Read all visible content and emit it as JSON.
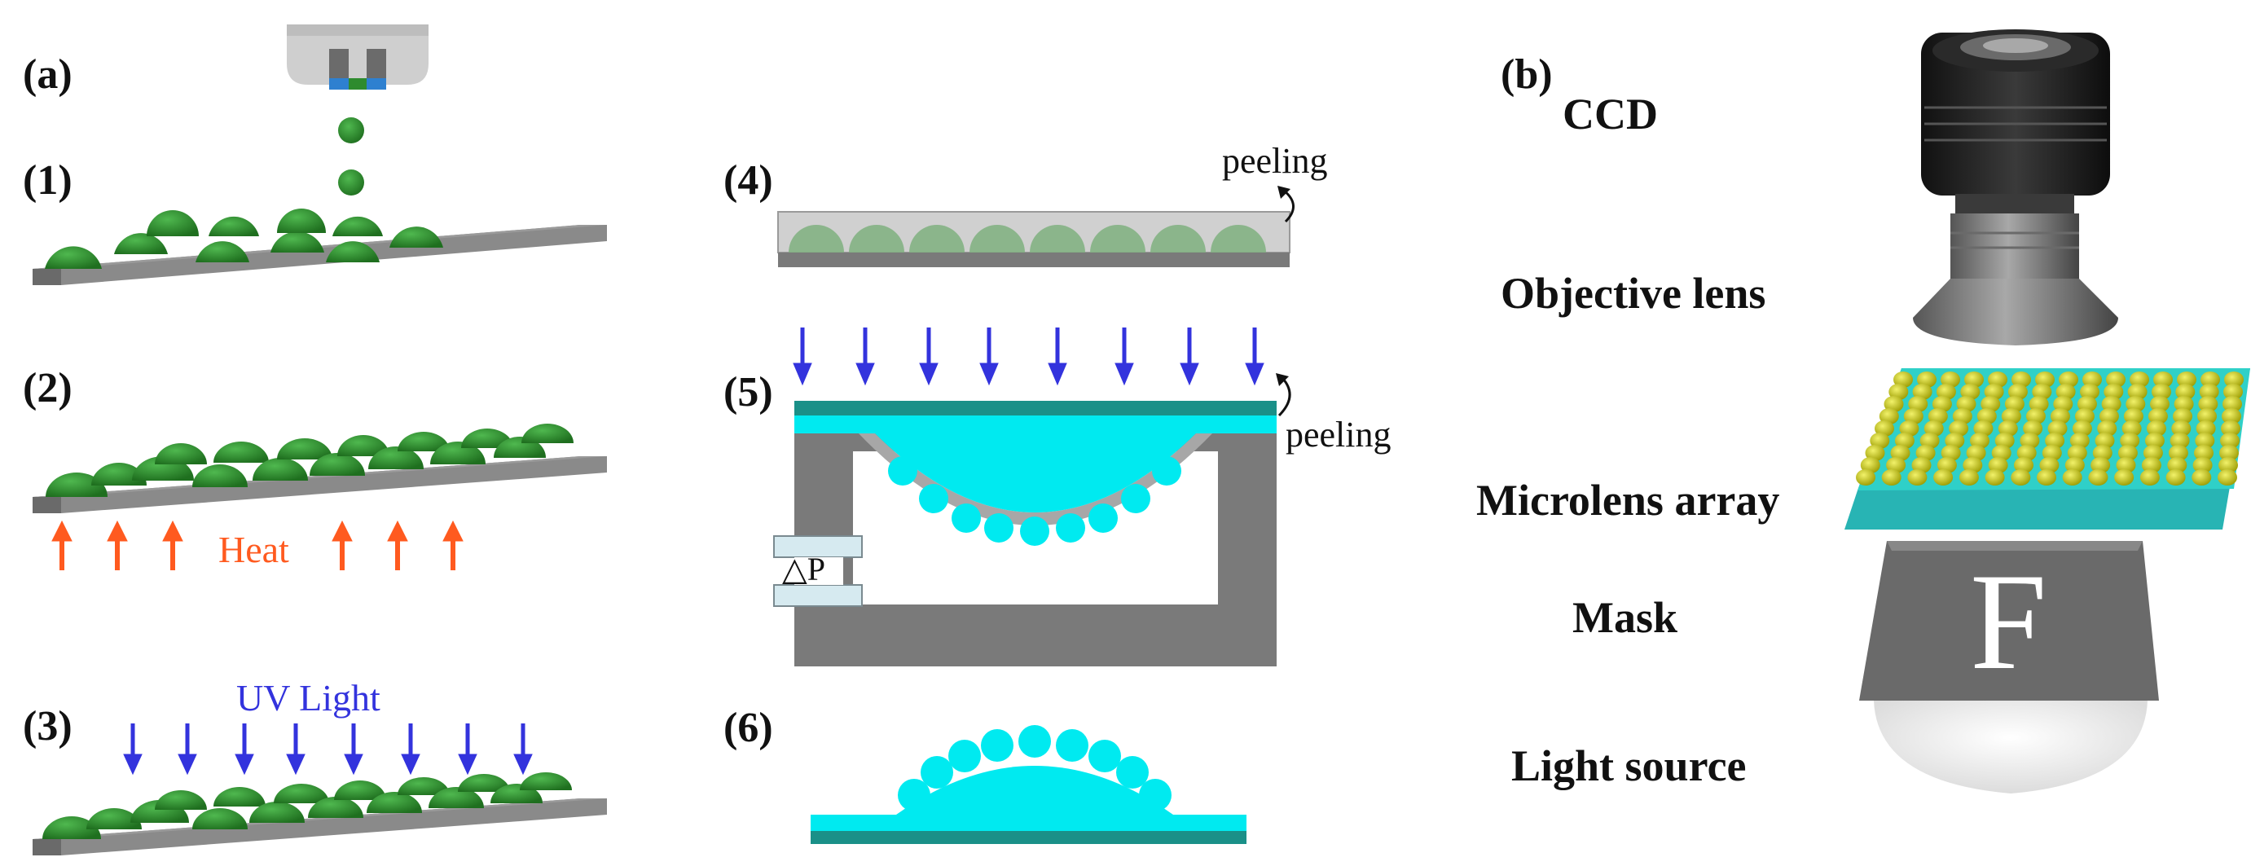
{
  "panel_a": {
    "label": "(a)",
    "steps": {
      "s1": "(1)",
      "s2": "(2)",
      "s3": "(3)",
      "s4": "(4)",
      "s5": "(5)",
      "s6": "(6)"
    },
    "heat_text": "Heat",
    "uv_text": "UV Light",
    "peeling_text_1": "peeling",
    "peeling_text_2": "peeling",
    "pressure_text": "△P"
  },
  "panel_b": {
    "label": "(b)",
    "components": {
      "ccd": "CCD",
      "objective": "Objective lens",
      "microlens": "Microlens array",
      "mask": "Mask",
      "light": "Light source"
    },
    "mask_letter": "F"
  },
  "colors": {
    "droplet_green": "#2e8b2e",
    "substrate_gray": "#7a7a7a",
    "heat_orange": "#ff5a1f",
    "uv_blue": "#3333dd",
    "cyan": "#00eaf0",
    "teal": "#1a9088",
    "lens_yellow": "#c8c800"
  }
}
